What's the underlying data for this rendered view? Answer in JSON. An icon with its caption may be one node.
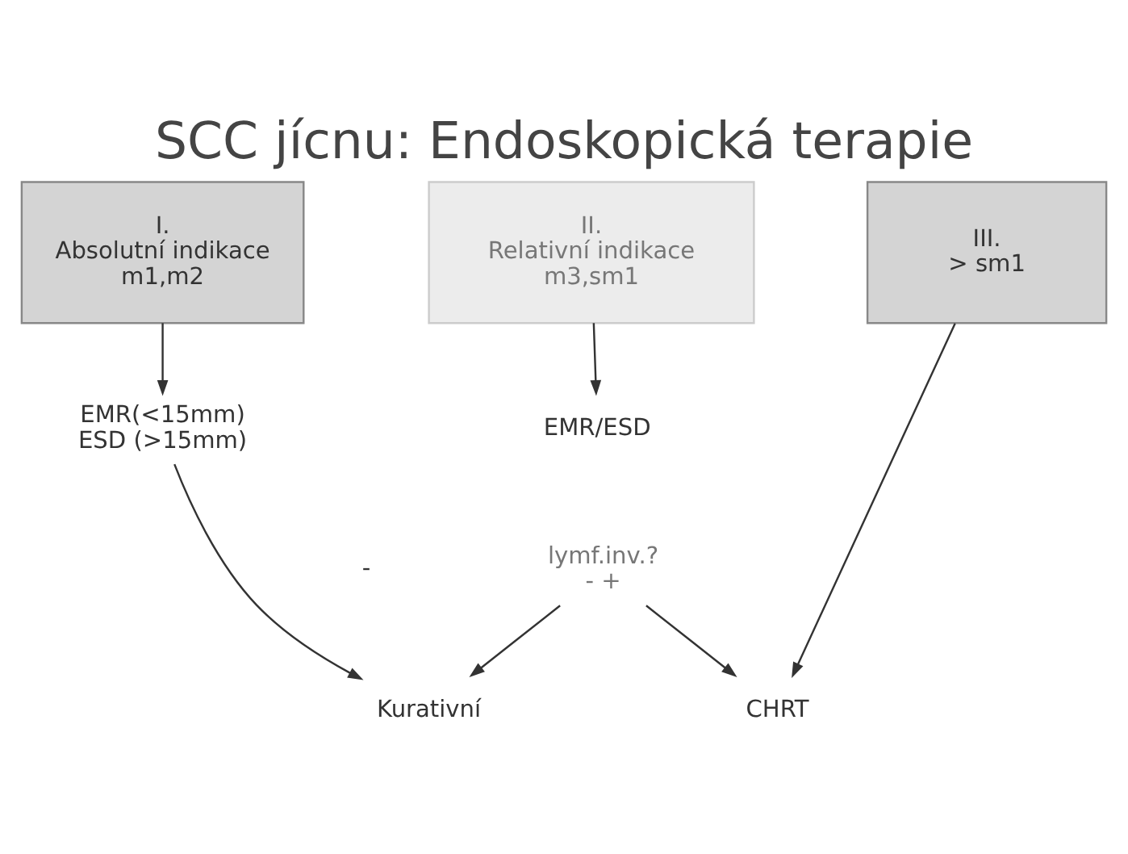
{
  "diagram": {
    "title": "SCC jícnu: Endoskopická terapie",
    "nodes": [
      {
        "text": [
          "I.",
          "Absolutní indikace",
          "m1,m2"
        ]
      },
      {
        "text": [
          "II.",
          "Relativní indikace",
          "m3,sm1"
        ]
      },
      {
        "text": [
          "III.",
          "> sm1"
        ]
      },
      {
        "text": [
          "EMR(<15mm) ESD (>15mm)"
        ]
      },
      {
        "text": [
          "EMR/ESD"
        ]
      },
      {
        "text": [
          "lymf.inv.?",
          "- +"
        ]
      },
      {
        "text": [
          "Kurativní"
        ]
      },
      {
        "text": [
          "CHRT"
        ]
      }
    ],
    "edges": [
      {
        "from": 0,
        "to": 3,
        "arrow": "to"
      },
      {
        "from": 1,
        "to": 4,
        "arrow": "to"
      },
      {
        "from": 2,
        "to": 7,
        "arrow": "to"
      },
      {
        "from": 3,
        "to": 6,
        "arrow": "to"
      },
      {
        "from": 5,
        "to": 6,
        "arrow": "to"
      },
      {
        "from": 5,
        "to": 7,
        "arrow": "to"
      }
    ],
    "labels": [
      "-"
    ]
  }
}
